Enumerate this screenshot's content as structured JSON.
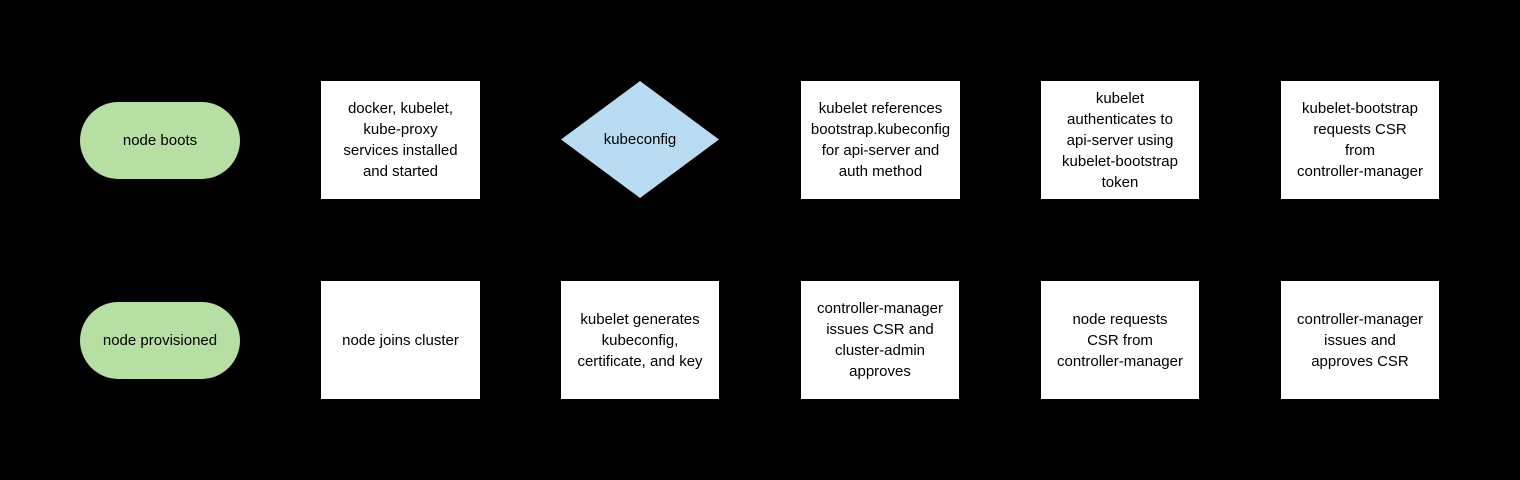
{
  "diagram": {
    "background_color": "#000000",
    "colors": {
      "terminator_fill": "#b7dfa3",
      "decision_fill": "#b9dcf2",
      "process_fill": "#ffffff",
      "text": "#000000"
    },
    "nodes": [
      {
        "id": "node-boots",
        "type": "terminator",
        "row": 1,
        "col": 1,
        "label": "node boots"
      },
      {
        "id": "services-installed",
        "type": "process",
        "row": 1,
        "col": 2,
        "label": "docker, kubelet,\nkube-proxy\nservices installed\nand started"
      },
      {
        "id": "kubeconfig-decision",
        "type": "decision",
        "row": 1,
        "col": 3,
        "label": "kubeconfig"
      },
      {
        "id": "kubelet-references",
        "type": "process",
        "row": 1,
        "col": 4,
        "label": "kubelet references\nbootstrap.kubeconfig\nfor api-server and\nauth method"
      },
      {
        "id": "kubelet-authenticates",
        "type": "process",
        "row": 1,
        "col": 5,
        "label": "kubelet\nauthenticates to\napi-server using\nkubelet-bootstrap\ntoken"
      },
      {
        "id": "bootstrap-requests-csr",
        "type": "process",
        "row": 1,
        "col": 6,
        "label": "kubelet-bootstrap\nrequests CSR\nfrom\ncontroller-manager"
      },
      {
        "id": "node-provisioned",
        "type": "terminator",
        "row": 2,
        "col": 1,
        "label": "node provisioned"
      },
      {
        "id": "node-joins-cluster",
        "type": "process",
        "row": 2,
        "col": 2,
        "label": "node joins cluster"
      },
      {
        "id": "kubelet-generates",
        "type": "process",
        "row": 2,
        "col": 3,
        "label": "kubelet generates\nkubeconfig,\ncertificate, and key"
      },
      {
        "id": "cm-issues-admin-approves",
        "type": "process",
        "row": 2,
        "col": 4,
        "label": "controller-manager\nissues CSR and\ncluster-admin\napproves"
      },
      {
        "id": "node-requests-csr",
        "type": "process",
        "row": 2,
        "col": 5,
        "label": "node requests\nCSR from\ncontroller-manager"
      },
      {
        "id": "cm-issues-approves-csr",
        "type": "process",
        "row": 2,
        "col": 6,
        "label": "controller-manager\nissues and\napproves CSR"
      }
    ]
  }
}
